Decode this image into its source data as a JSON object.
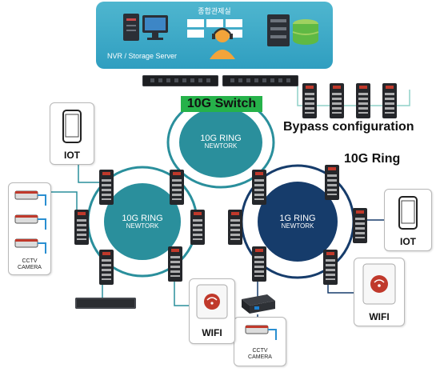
{
  "control_room": {
    "title": "종합관제실",
    "server_label": "NVR / Storage Server"
  },
  "switch_label": "10G Switch",
  "bypass_label": "Bypass configuration",
  "ring_caption": "10G Ring",
  "rings": [
    {
      "speed": "10G RING",
      "word": "NEWTORK"
    },
    {
      "speed": "10G RING",
      "word": "NEWTORK"
    },
    {
      "speed": "1G RING",
      "word": "NEWTORK"
    }
  ],
  "devices": {
    "iot": "IOT",
    "wifi": "WIFI",
    "cctv_line1": "CCTV",
    "cctv_line2": "CAMERA"
  },
  "colors": {
    "banner": "#3aa9c8",
    "ring_teal": "#2a8f9c",
    "ring_navy": "#163c6b",
    "switch_green": "#26b24a"
  }
}
